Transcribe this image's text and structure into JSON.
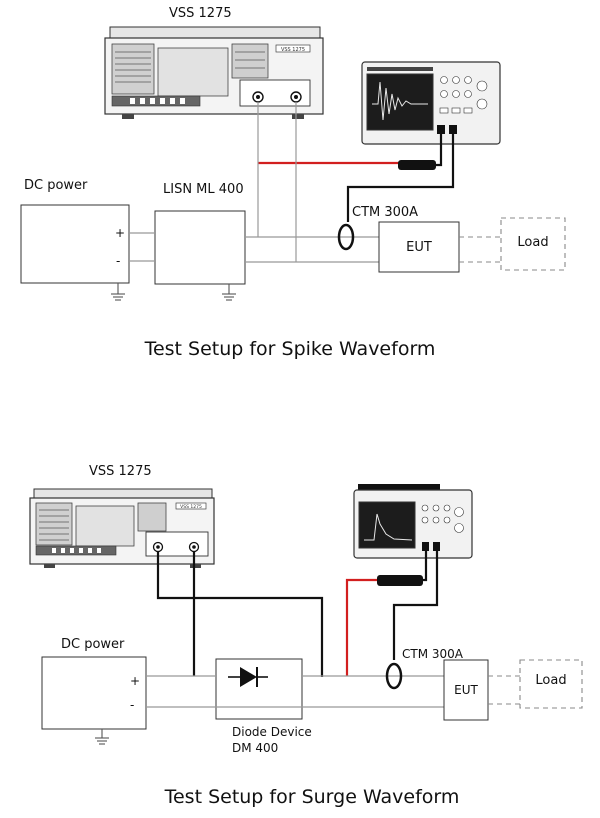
{
  "top": {
    "generator_label": "VSS 1275",
    "generator_panel_text": "VSS 1275",
    "lisn_label": "LISN ML 400",
    "dc_label": "DC power",
    "plus": "+",
    "minus": "-",
    "probe_label": "CTM 300A",
    "eut_label": "EUT",
    "load_label": "Load",
    "caption": "Test Setup for Spike Waveform"
  },
  "bottom": {
    "generator_label": "VSS 1275",
    "generator_panel_text": "VSS 1275",
    "dc_label": "DC  power",
    "plus": "+",
    "minus": "-",
    "diode_label_1": "Diode Device",
    "diode_label_2": "DM 400",
    "probe_label": "CTM 300A",
    "eut_label": "EUT",
    "load_label": "Load",
    "caption": "Test Setup for Surge Waveform"
  },
  "colors": {
    "hot_wire": "#d21f1f",
    "signal_cable": "#111111",
    "line": "#999999"
  },
  "icons": [
    "generator-icon",
    "oscilloscope-icon",
    "current-probe-icon",
    "diode-icon",
    "ground-icon"
  ]
}
